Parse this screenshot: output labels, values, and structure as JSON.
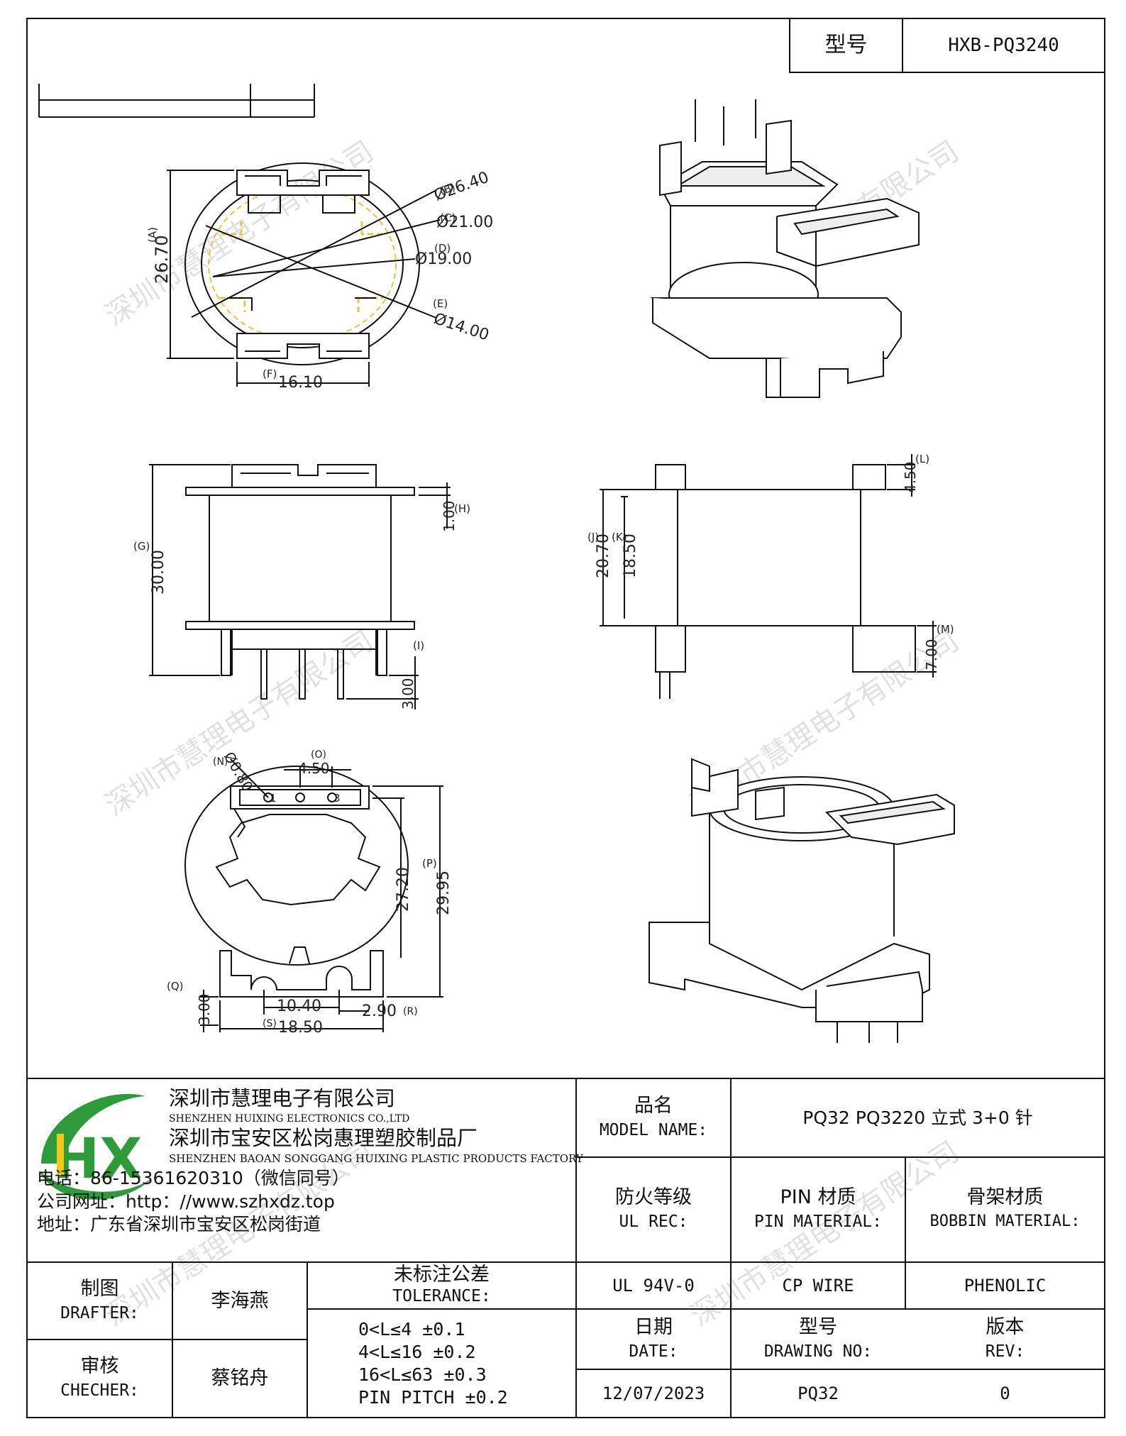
{
  "title_block": {
    "model_label": "型号",
    "model_value": "HXB-PQ3240"
  },
  "watermark": "深圳市慧理电子有限公司",
  "company": {
    "logo_text": "HX",
    "name_cn": "深圳市慧理电子有限公司",
    "name_en": "SHENZHEN HUIXING ELECTRONICS CO.,LTD",
    "factory_cn": "深圳市宝安区松岗惠理塑胶制品厂",
    "factory_en": "SHENZHEN BAOAN SONGGANG HUIXING PLASTIC PRODUCTS FACTORY",
    "phone": "电话：86-15361620310（微信同号）",
    "website": "公司网址：http：//www.szhxdz.top",
    "address": "地址：广东省深圳市宝安区松岗街道",
    "colors": {
      "green": "#2e9b3a",
      "yellow": "#f2c81a"
    }
  },
  "info_table": {
    "model_name_cn": "品名",
    "model_name_en": "MODEL NAME:",
    "model_name_value": "PQ32 PQ3220 立式 3+0 针",
    "ul_cn": "防火等级",
    "ul_en": "UL REC:",
    "pin_cn": "PIN 材质",
    "pin_en": "PIN MATERIAL:",
    "bobbin_cn": "骨架材质",
    "bobbin_en": "BOBBIN MATERIAL:",
    "ul_value": "UL 94V-0",
    "pin_value": "CP WIRE",
    "bobbin_value": "PHENOLIC",
    "date_cn": "日期",
    "date_en": "DATE:",
    "drawing_cn": "型号",
    "drawing_en": "DRAWING NO:",
    "rev_cn": "版本",
    "rev_en": "REV:",
    "date_value": "12/07/2023",
    "drawing_value": "PQ32",
    "rev_value": "0"
  },
  "signoff": {
    "drafter_cn": "制图",
    "drafter_en": "DRAFTER:",
    "drafter_name": "李海燕",
    "checker_cn": "审核",
    "checker_en": "CHECHER:",
    "checker_name": "蔡铭舟"
  },
  "tolerance": {
    "title_cn": "未标注公差",
    "title_en": "TOLERANCE:",
    "lines": [
      "0<L≤4  ±0.1",
      "4<L≤16 ±0.2",
      "16<L≤63 ±0.3",
      "PIN PITCH ±0.2"
    ]
  },
  "dimensions": {
    "A": {
      "label": "(A)",
      "value": "26.70"
    },
    "B": {
      "label": "(B)",
      "value": "Ø26.40"
    },
    "C": {
      "label": "(C)",
      "value": "Ø21.00"
    },
    "D": {
      "label": "(D)",
      "value": "Ø19.00"
    },
    "E": {
      "label": "(E)",
      "value": "Ø14.00"
    },
    "F": {
      "label": "(F)",
      "value": "16.10"
    },
    "G": {
      "label": "(G)",
      "value": "30.00"
    },
    "H": {
      "label": "(H)",
      "value": "1.00"
    },
    "I": {
      "label": "(I)",
      "value": "3.00"
    },
    "J": {
      "label": "(J)",
      "value": "20.70"
    },
    "K": {
      "label": "(K)",
      "value": "18.50"
    },
    "L": {
      "label": "(L)",
      "value": "4.50"
    },
    "M": {
      "label": "(M)",
      "value": "7.00"
    },
    "N": {
      "label": "(N)",
      "value": "Ø0.80"
    },
    "O": {
      "label": "(O)",
      "value": "4.50"
    },
    "P": {
      "label": "(P)",
      "value": "29.95"
    },
    "P2": {
      "value": "27.20"
    },
    "Q": {
      "label": "(Q)",
      "value": "3.00"
    },
    "R": {
      "label": "(R)",
      "value": "2.90"
    },
    "S": {
      "label": "(S)",
      "value": "18.50"
    },
    "S2": {
      "value": "10.40"
    }
  },
  "pin_numbers": {
    "one": "1",
    "three": "3"
  }
}
